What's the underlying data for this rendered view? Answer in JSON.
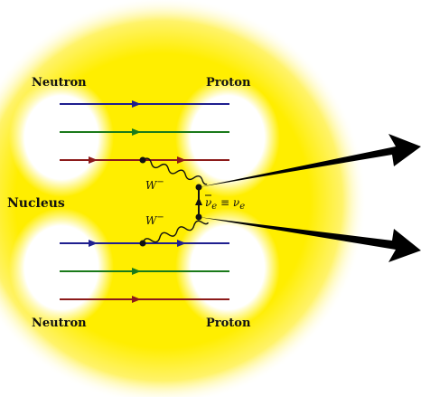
{
  "labels": {
    "neutron_top": "Neutron",
    "proton_top": "Proton",
    "nucleus": "Nucleus",
    "neutron_bottom": "Neutron",
    "proton_bottom": "Proton"
  },
  "bosons": {
    "upper": "W",
    "lower": "W",
    "charge": "−"
  },
  "neutrino": {
    "symbol": "ν",
    "sub": "e",
    "equiv": " ≡ "
  },
  "colors": {
    "nucleus": "#ffee00",
    "hole": "#ffffff",
    "quark_blue": "#1f1f8f",
    "quark_green": "#1a7a1a",
    "quark_red": "#8c1a1a",
    "arrow": "#000000"
  }
}
